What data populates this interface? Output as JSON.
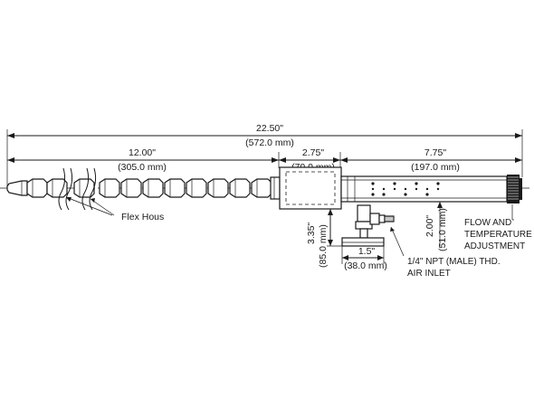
{
  "dimensions": {
    "overall": {
      "imperial": "22.50\"",
      "metric": "(572.0 mm)"
    },
    "hose": {
      "imperial": "12.00\"",
      "metric": "(305.0 mm)"
    },
    "chamber": {
      "imperial": "2.75\"",
      "metric": "(70.0 mm)"
    },
    "tube": {
      "imperial": "7.75\"",
      "metric": "(197.0 mm)"
    },
    "height": {
      "imperial": "3.35\"",
      "metric": "(85.0 mm)"
    },
    "base": {
      "imperial": "1.5\"",
      "metric": "(38.0 mm)"
    },
    "diameter": {
      "imperial": "2.00\"",
      "metric": "(51.0 mm)"
    }
  },
  "labels": {
    "flex_hose": "Flex Hous",
    "flow_line1": "FLOW AND",
    "flow_line2": "TEMPERATURE",
    "flow_line3": "ADJUSTMENT",
    "inlet_line1": "1/4\" NPT (MALE) THD.",
    "inlet_line2": "AIR INLET"
  }
}
